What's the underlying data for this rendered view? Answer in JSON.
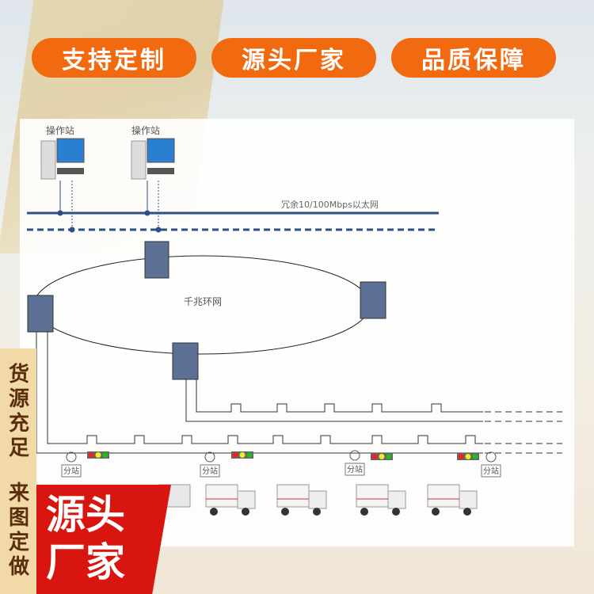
{
  "tags": [
    "支持定制",
    "源头厂家",
    "品质保障"
  ],
  "diagram": {
    "workstation_label": "操作站",
    "ethernet_label": "冗余10/100Mbps以太网",
    "ring_label": "千兆环网",
    "substation_label": "分站"
  },
  "side": {
    "top": "货源充足",
    "bottom": "来图定做"
  },
  "badge": {
    "line1": "源头",
    "line2": "厂家"
  },
  "colors": {
    "accent": "#f26a10",
    "badge": "#d8150e",
    "bus": "#2b4f86"
  }
}
